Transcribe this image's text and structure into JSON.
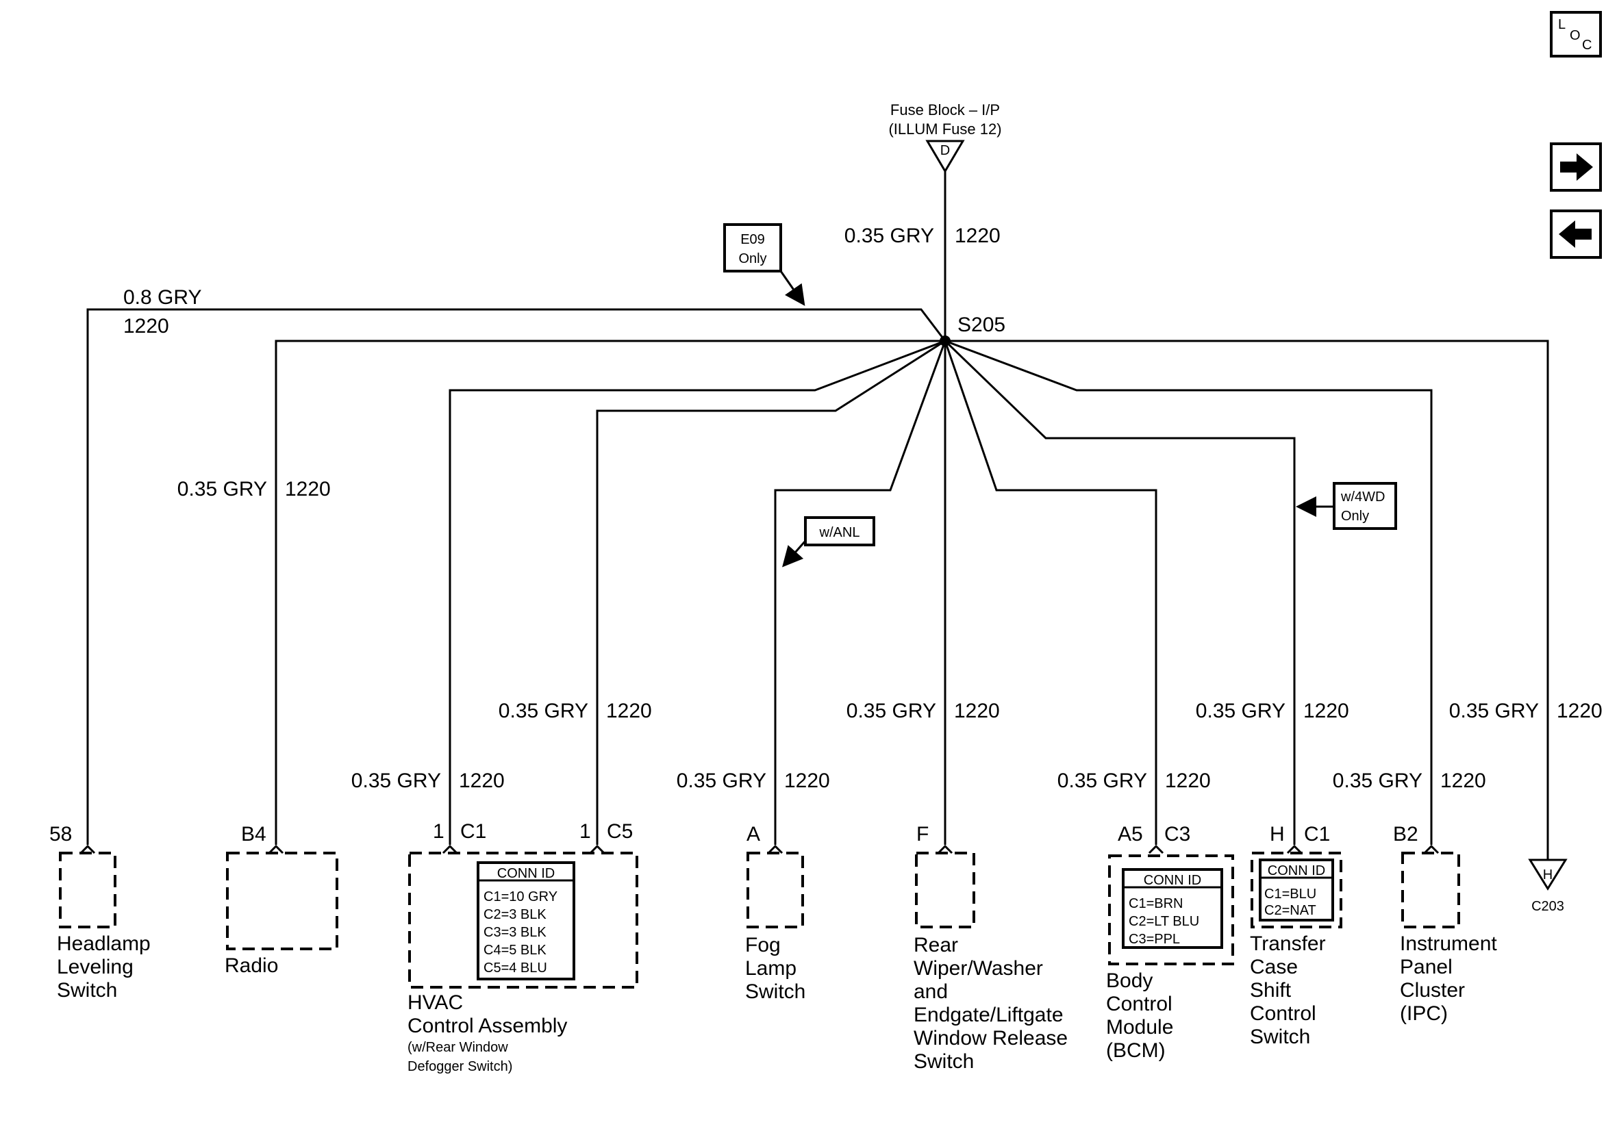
{
  "colors": {
    "line": "#000000",
    "background": "#ffffff"
  },
  "nav": {
    "loc_letters": [
      "L",
      "O",
      "C"
    ],
    "next_icon": "arrow-right-icon",
    "prev_icon": "arrow-left-icon"
  },
  "source": {
    "line1": "Fuse Block – I/P",
    "line2": "(ILLUM Fuse 12)",
    "terminal": "D",
    "wire_size": "0.35 GRY",
    "circuit": "1220"
  },
  "splice": "S205",
  "notes": {
    "e09": [
      "E09",
      "Only"
    ],
    "anl": [
      "w/ANL"
    ],
    "wd4": [
      "w/4WD",
      "Only"
    ]
  },
  "wires": {
    "headlamp": [
      "0.8 GRY",
      "1220"
    ],
    "radio": [
      "0.35 GRY",
      "1220"
    ],
    "hvac_c1": [
      "0.35 GRY",
      "1220"
    ],
    "hvac_c5": [
      "0.35 GRY",
      "1220"
    ],
    "fog": [
      "0.35 GRY",
      "1220"
    ],
    "rear": [
      "0.35 GRY",
      "1220"
    ],
    "bcm": [
      "0.35 GRY",
      "1220"
    ],
    "transfer": [
      "0.35 GRY",
      "1220"
    ],
    "ipc": [
      "0.35 GRY",
      "1220"
    ],
    "c203": [
      "0.35 GRY",
      "1220"
    ]
  },
  "pins": {
    "headlamp": [
      "58"
    ],
    "radio": [
      "B4"
    ],
    "hvac_c1": [
      "1",
      "C1"
    ],
    "hvac_c5": [
      "1",
      "C5"
    ],
    "fog": [
      "A"
    ],
    "rear": [
      "F"
    ],
    "bcm": [
      "A5",
      "C3"
    ],
    "transfer": [
      "H",
      "C1"
    ],
    "ipc": [
      "B2"
    ],
    "c203": [
      "H"
    ]
  },
  "components": {
    "headlamp": [
      "Headlamp",
      "Leveling",
      "Switch"
    ],
    "radio": [
      "Radio"
    ],
    "hvac": [
      "HVAC",
      "Control Assembly"
    ],
    "hvac_note": [
      "(w/Rear Window",
      "Defogger Switch)"
    ],
    "fog": [
      "Fog",
      "Lamp",
      "Switch"
    ],
    "rear": [
      "Rear",
      "Wiper/Washer",
      "and",
      "Endgate/Liftgate",
      "Window Release",
      "Switch"
    ],
    "bcm": [
      "Body",
      "Control",
      "Module",
      "(BCM)"
    ],
    "transfer": [
      "Transfer",
      "Case",
      "Shift",
      "Control",
      "Switch"
    ],
    "ipc": [
      "Instrument",
      "Panel",
      "Cluster",
      "(IPC)"
    ],
    "c203": [
      "C203"
    ]
  },
  "conn_ids": {
    "hvac": [
      "CONN ID",
      "C1=10 GRY",
      "C2=3 BLK",
      "C3=3 BLK",
      "C4=5 BLK",
      "C5=4 BLU"
    ],
    "bcm": [
      "CONN ID",
      "C1=BRN",
      "C2=LT BLU",
      "C3=PPL"
    ],
    "transfer": [
      "CONN ID",
      "C1=BLU",
      "C2=NAT"
    ]
  }
}
